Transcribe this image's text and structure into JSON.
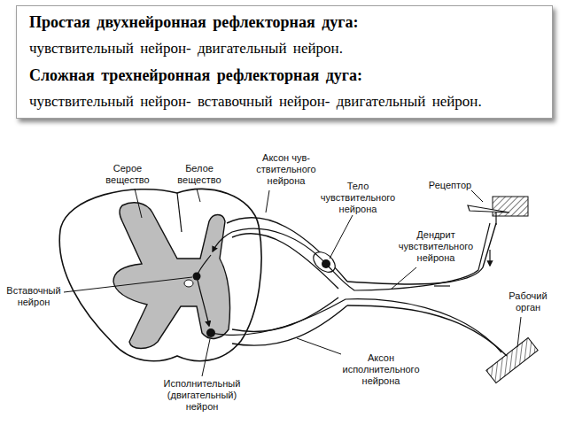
{
  "diagram": {
    "nodes": [
      {
        "text": [
          "Простая двухнейронная рефлекторная дуга:",
          "чувствительный нейрон- двигательный нейрон.",
          "Сложная трехнейронная рефлекторная дуга:",
          "чувствительный нейрон- вставочный нейрон- двигательный нейрон."
        ]
      }
    ],
    "edges": [],
    "labels": [
      "Серое вещество",
      "Белое вещество",
      "Аксон чув- ствительного нейрона",
      "Тело чувствительного нейрона",
      "Рецептор",
      "Дендрит чувствительного нейрона",
      "Рабочий орган",
      "Вставочный нейрон",
      "Исполнительный (двигательный) нейрон",
      "Аксон исполнительного нейрона"
    ]
  }
}
